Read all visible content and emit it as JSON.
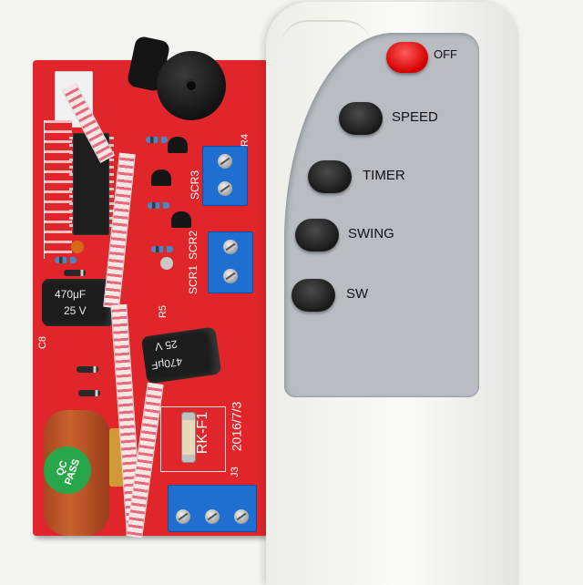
{
  "remote": {
    "buttons": [
      {
        "label": "OFF",
        "color": "#e31010"
      },
      {
        "label": "SPEED",
        "color": "#222222"
      },
      {
        "label": "TIMER",
        "color": "#222222"
      },
      {
        "label": "SWING",
        "color": "#222222"
      },
      {
        "label": "SW",
        "color": "#222222"
      }
    ],
    "panel_color": "#b9bdc2",
    "body_color": "#f5f5f2"
  },
  "pcb": {
    "color": "#e0262b",
    "model": "RK-F1",
    "date": "2016/7/3",
    "capacitor_top": "470μF",
    "capacitor_top_voltage": "25 V",
    "capacitor_mid": "470μF",
    "capacitor_mid_voltage": "25 V",
    "silkscreen": [
      "SCR3",
      "SCR2",
      "SCR1",
      "R5",
      "J3",
      "R4",
      "C8"
    ],
    "qc_sticker": [
      "QC",
      "PASS"
    ]
  }
}
